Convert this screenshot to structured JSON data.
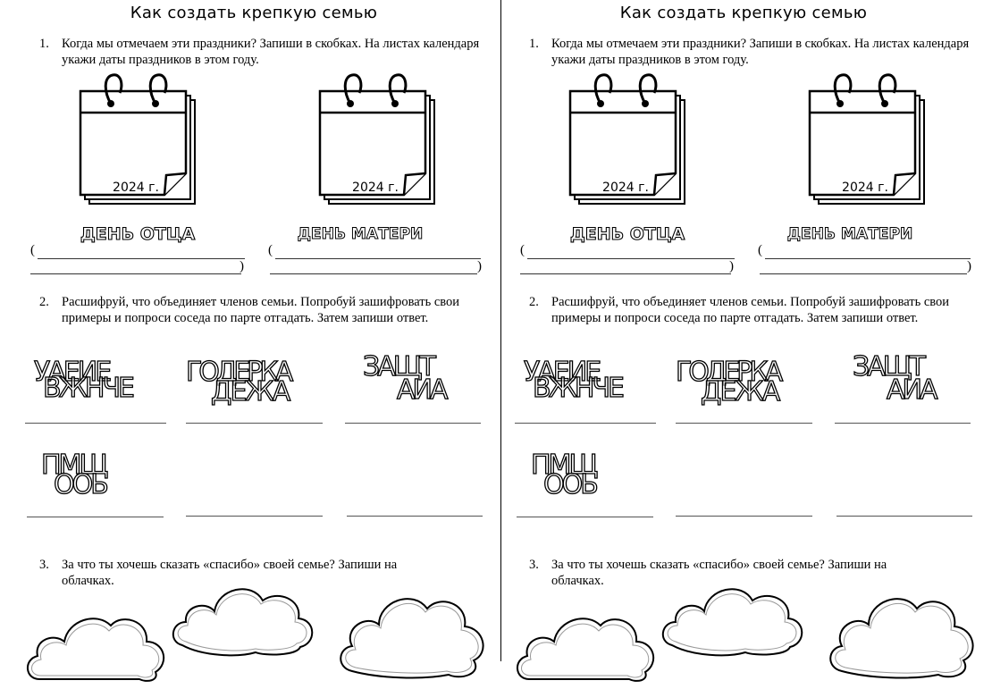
{
  "worksheet": {
    "title": "Как создать крепкую семью",
    "task1": {
      "number": "1.",
      "text": "Когда мы отмечаем эти праздники? Запиши в скобках. На листах календаря укажи даты праздников в этом году."
    },
    "calendar_year": "2024 г.",
    "holidays": [
      "ДЕНЬ ОТЦА",
      "ДЕНЬ МАТЕРИ"
    ],
    "open_bracket": "(",
    "close_bracket": ")",
    "task2": {
      "number": "2.",
      "text": "Расшифруй, что объединяет членов семьи. Попробуй зашифровать свои примеры и попроси соседа по парте отгадать. Затем запиши ответ."
    },
    "puzzles": [
      {
        "top": "УАЕИЕ",
        "bottom": "ВЖНЧЕ"
      },
      {
        "top": "ГОДЕРКА",
        "bottom": "ДЕЖА"
      },
      {
        "top": "ЗАЩТ",
        "bottom": "АИА"
      },
      {
        "top": "ПМЩ",
        "bottom": "ООЬ"
      }
    ],
    "task3": {
      "number": "3.",
      "text": "За что ты хочешь сказать «спасибо» своей семье? Запиши на облачках."
    }
  }
}
